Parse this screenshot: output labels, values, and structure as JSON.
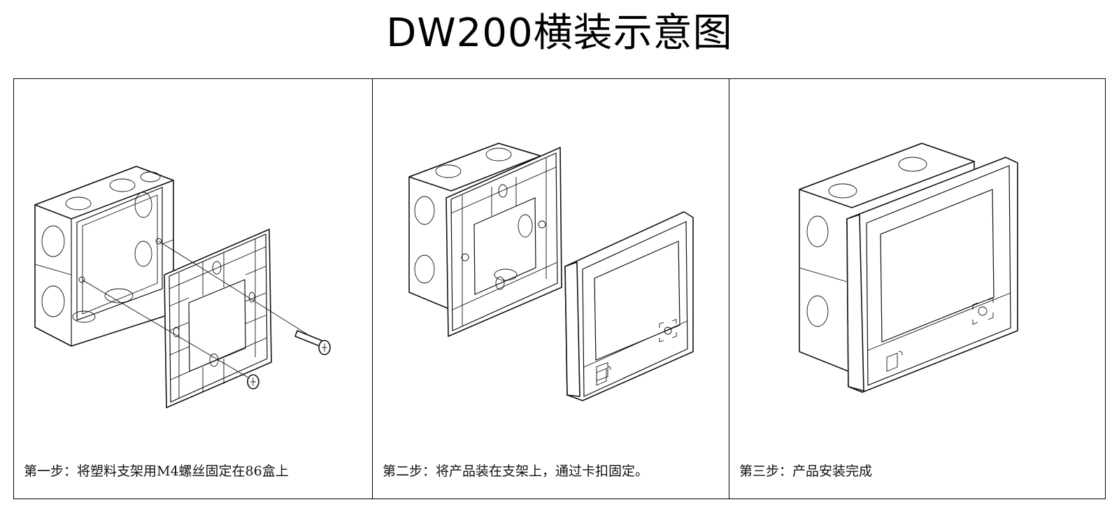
{
  "title": "DW200横装示意图",
  "steps": [
    {
      "caption": "第一步：将塑料支架用M4螺丝固定在86盒上"
    },
    {
      "caption": "第二步：将产品装在支架上，通过卡扣固定。"
    },
    {
      "caption": "第三步：产品安装完成"
    }
  ],
  "colors": {
    "line": "#111111",
    "background": "#ffffff",
    "frame": "#000000"
  }
}
